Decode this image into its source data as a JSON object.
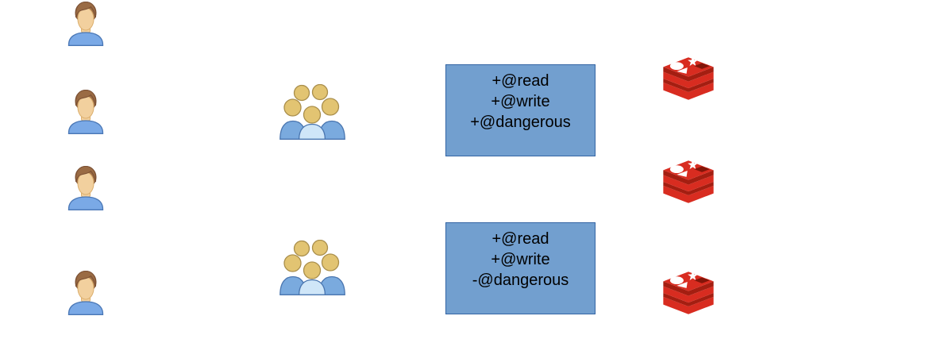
{
  "acl_rule_boxes": [
    {
      "lines": [
        "+@read",
        "+@write",
        "+@dangerous"
      ]
    },
    {
      "lines": [
        "+@read",
        "+@write",
        "-@dangerous"
      ]
    }
  ],
  "icons": {
    "user": "user-icon",
    "user_group": "user-group-icon",
    "redis": "redis-database-icon"
  },
  "counts": {
    "users": 4,
    "user_groups": 2,
    "acl_rule_boxes": 2,
    "redis_instances": 3
  },
  "colors": {
    "background": "#ffffff",
    "rule_box_fill": "#729fcf",
    "rule_box_border": "#3465a4",
    "rule_text": "#000000",
    "user_hair": "#9a6b44",
    "user_skin": "#f2d09e",
    "user_shirt": "#7aa9e6",
    "group_head": "#e2c472",
    "group_body": "#7aaade",
    "group_body_front": "#cfe6f8",
    "redis_red": "#d82c20",
    "redis_dark_red": "#a41e11",
    "redis_cube": "#821509"
  }
}
